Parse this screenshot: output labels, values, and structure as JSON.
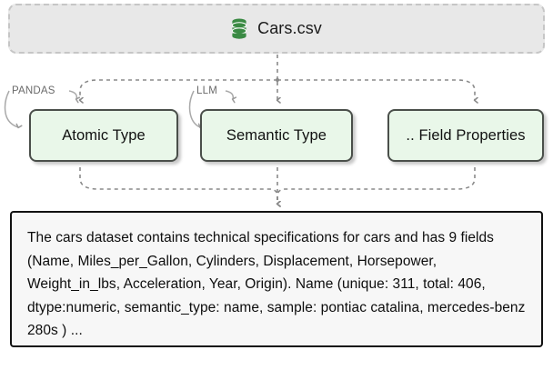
{
  "source": {
    "icon": "database-icon",
    "label": "Cars.csv",
    "icon_color": "#3a8a43"
  },
  "edge_labels": {
    "pandas": "PANDAS",
    "llm": "LLM"
  },
  "stages": [
    {
      "id": "atomic-type",
      "label": "Atomic Type"
    },
    {
      "id": "semantic-type",
      "label": "Semantic Type"
    },
    {
      "id": "field-properties",
      "label": ".. Field Properties"
    }
  ],
  "summary": {
    "text": "The cars dataset contains technical specifications for cars and has 9 fields (Name, Miles_per_Gallon, Cylinders, Displacement, Horsepower, Weight_in_lbs, Acceleration, Year, Origin). Name (unique: 311, total: 406, dtype:numeric, semantic_type: name, sample: pontiac catalina, mercedes-benz 280s ) ..."
  },
  "colors": {
    "stage_fill": "#e9f7e9",
    "stage_border": "#4a4f4a",
    "panel_fill": "#e8e8e8",
    "panel_border": "#c6c6c6",
    "summary_fill": "#f7f7f7",
    "summary_border": "#111111",
    "connector": "#8a8a8a"
  }
}
